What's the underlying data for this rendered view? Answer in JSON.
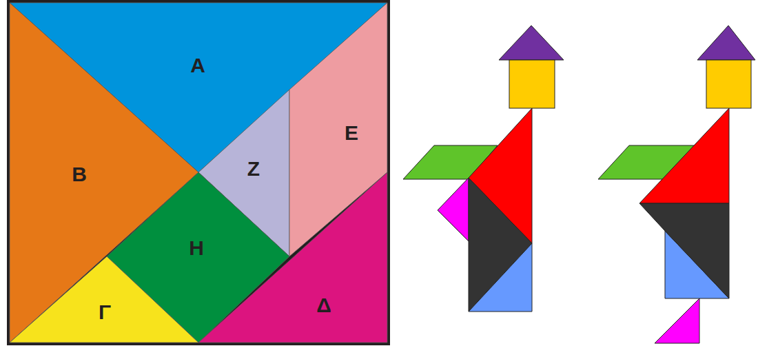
{
  "diagram": {
    "nodes": [
      {
        "text": [
          "Α"
        ]
      },
      {
        "text": [
          "Β"
        ]
      },
      {
        "text": [
          "Ζ"
        ]
      },
      {
        "text": [
          "Ε"
        ]
      },
      {
        "text": [
          "Η"
        ]
      },
      {
        "text": [
          "Γ"
        ]
      },
      {
        "text": [
          "Δ"
        ]
      }
    ]
  }
}
